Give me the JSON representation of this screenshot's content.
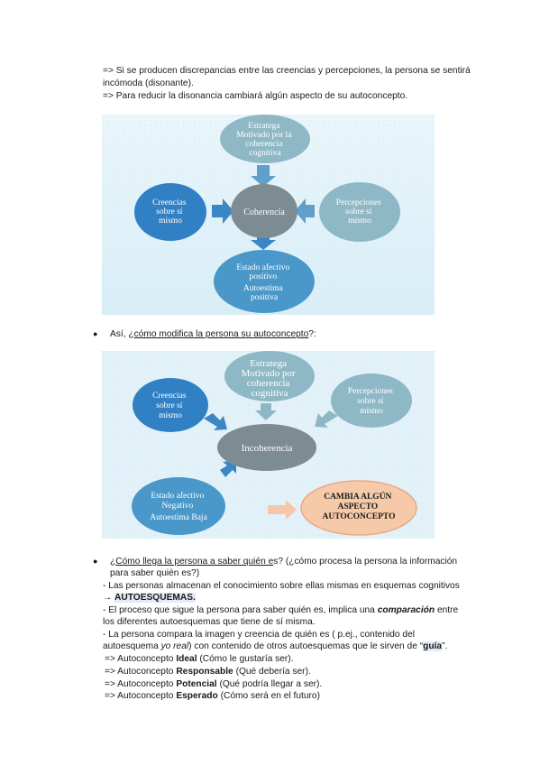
{
  "intro": {
    "line1": "=> Si se producen discrepancias entre las creencias y percepciones, la persona se sentirá",
    "line2": "incómoda (disonante).",
    "line3": "=> Para reducir la disonancia cambiará algún aspecto de su autoconcepto."
  },
  "diagram1": {
    "top": [
      "Estratega",
      "Motivado por la",
      "coherencia",
      "cognitiva"
    ],
    "left": [
      "Creencias",
      "sobre sí",
      "mismo"
    ],
    "center": "Coherencia",
    "right": [
      "Percepciones",
      "sobre sí",
      "mismo"
    ],
    "bottom": [
      "Estado afectivo",
      "positivo",
      "Autoestima",
      "positiva"
    ]
  },
  "bullet1": {
    "prefix": "Así, ¿",
    "underlined": "cómo modifica la persona su autoconcepto",
    "suffix": "?:"
  },
  "diagram2": {
    "top": [
      "Estratega",
      "Motivado por",
      "coherencia",
      "cognitiva"
    ],
    "left": [
      "Creencias",
      "sobre sí",
      "mismo"
    ],
    "right": [
      "Percepciones",
      "sobre sí",
      "mismo"
    ],
    "center": "Incoherencia",
    "bottom_left": [
      "Estado afectivo",
      "Negativo",
      "Autoestima Baja"
    ],
    "bottom_right": [
      "CAMBIA ALGÚN",
      "ASPECTO",
      "AUTOCONCEPTO"
    ]
  },
  "bullet2": {
    "prefix": "¿",
    "underlined": "Cómo llega la persona a saber quién e",
    "mid": "s? (¿cómo procesa la persona la información",
    "line2": "para saber quién es?)"
  },
  "body": {
    "p1a": "- Las personas almacenan el conocimiento sobre ellas mismas en esquemas cognitivos",
    "p1b_arrow": "→ ",
    "p1b_bold": "AUTOESQUEMAS.",
    "p2a_pre": "- El proceso que sigue la persona para saber quién es, implica una ",
    "p2a_em": "comparación",
    "p2a_post": " entre",
    "p2b": "los diferentes autoesquemas que tiene de sí misma.",
    "p3a": "- La persona compara la imagen y creencia de quién es ( p.ej., contenido del",
    "p3b_pre": "autoesquema ",
    "p3b_em": "yo real",
    "p3b_mid": ") con contenido de otros autoesquemas que le sirven de “",
    "p3b_bold": "guía",
    "p3b_post": "”."
  },
  "list": [
    {
      "pre": "=> Autoconcepto ",
      "bold": "Ideal",
      "post": " (Cómo le gustaría ser)."
    },
    {
      "pre": "=> Autoconcepto ",
      "bold": "Responsable",
      "post": " (Qué debería ser)."
    },
    {
      "pre": "=> Autoconcepto ",
      "bold": "Potencial",
      "post": " (Qué podría llegar a ser)."
    },
    {
      "pre": "=> Autoconcepto ",
      "bold": "Esperado",
      "post": " (Cómo será en el futuro)"
    }
  ]
}
